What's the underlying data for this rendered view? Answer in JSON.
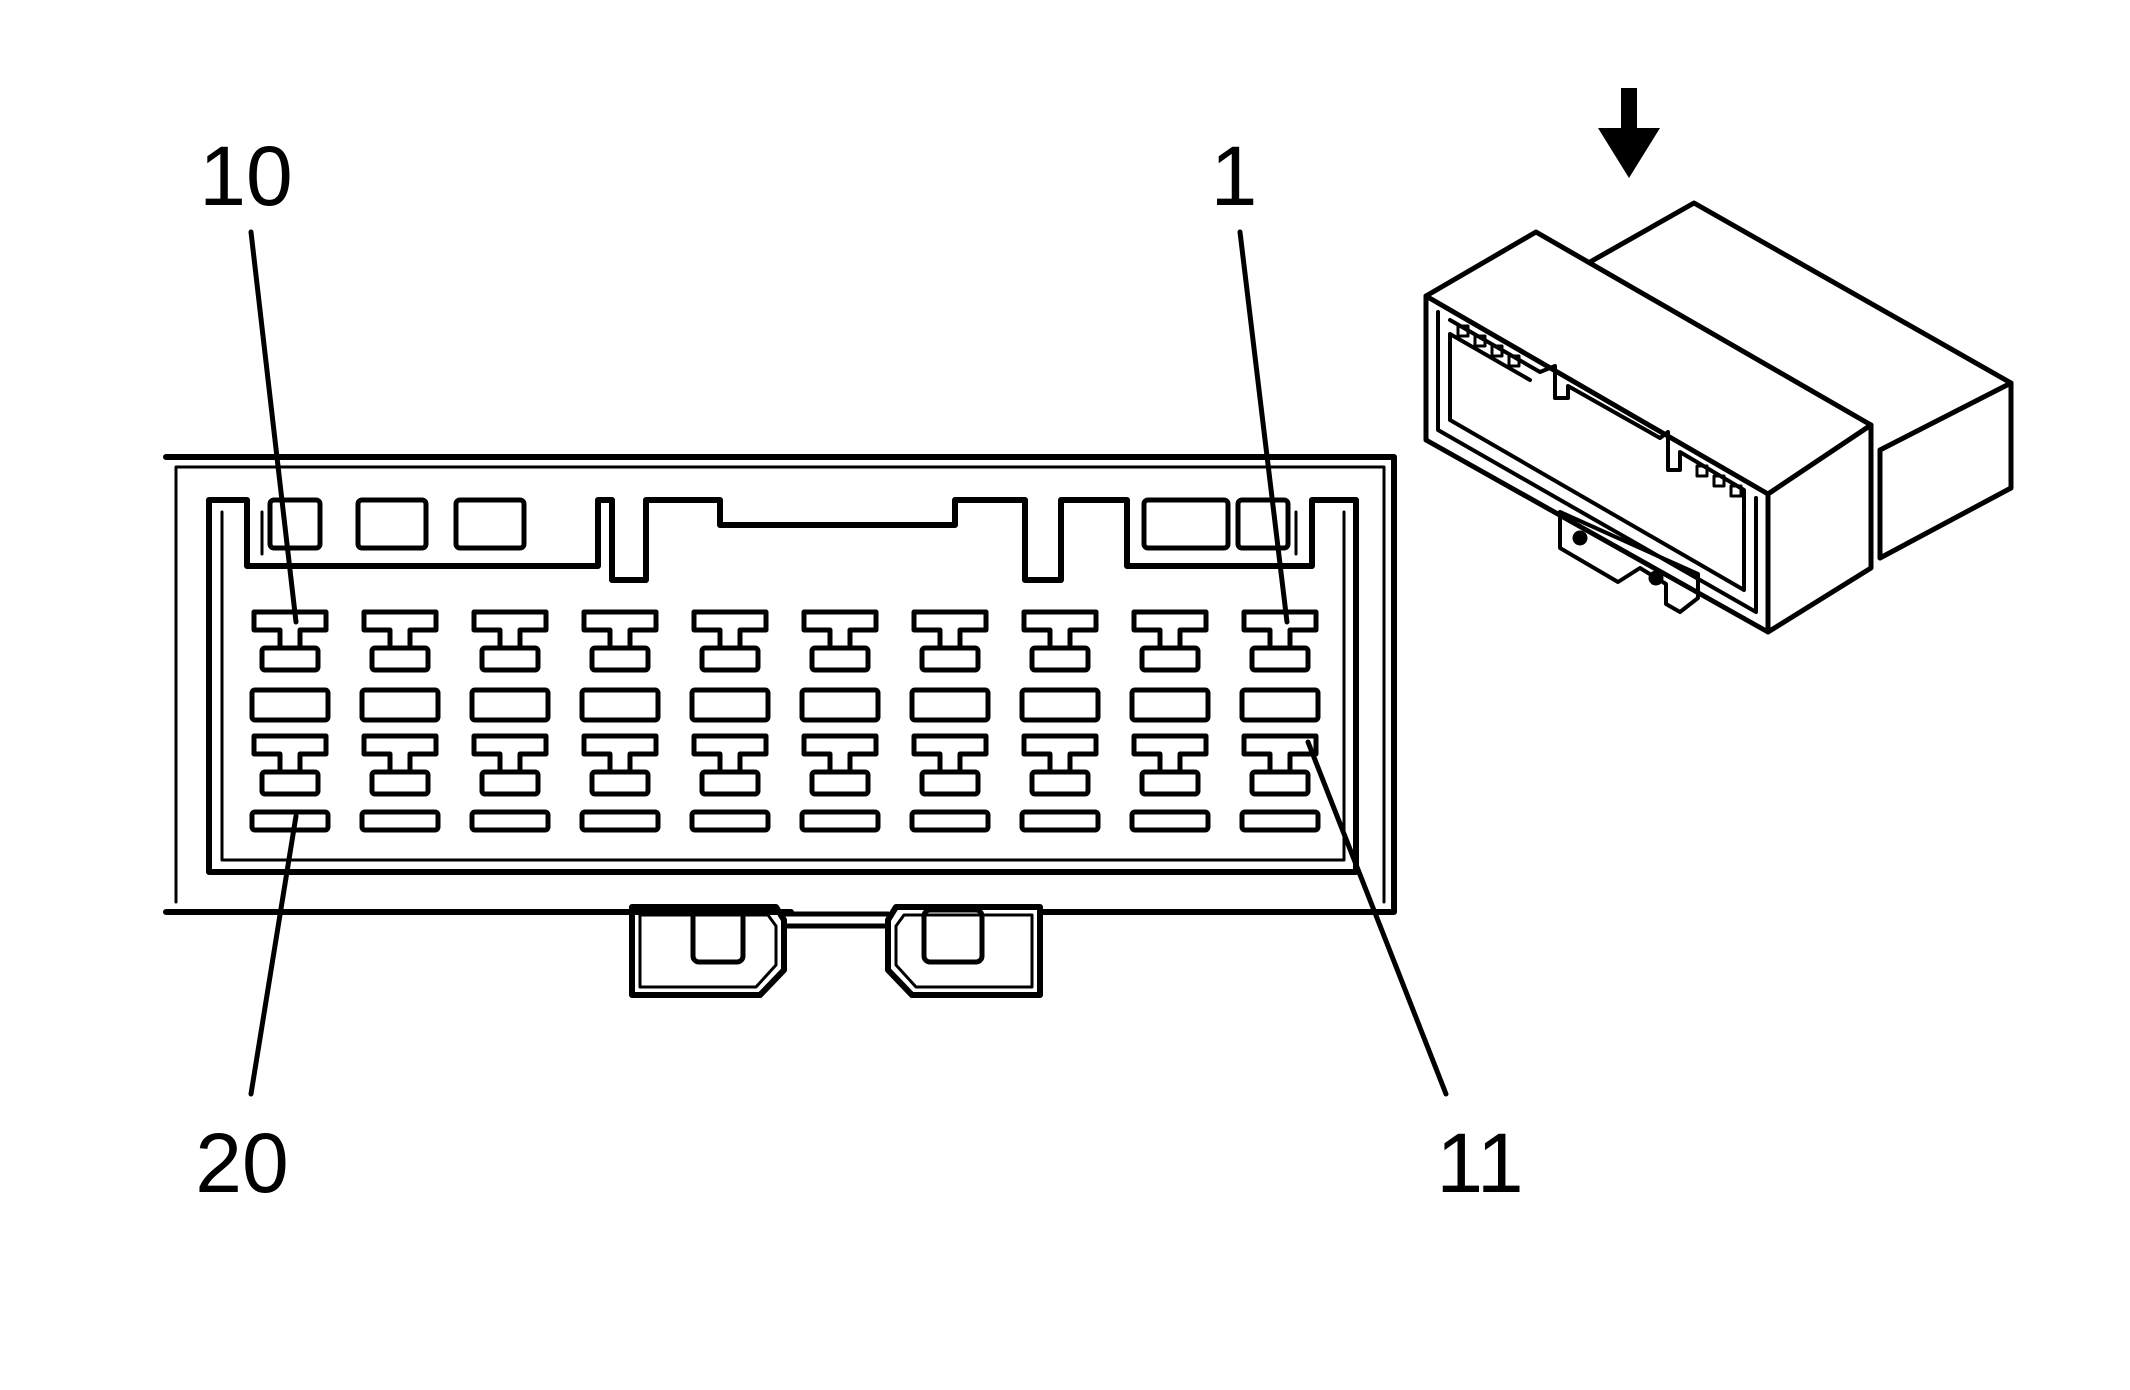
{
  "diagram": {
    "type": "connector-pinout",
    "stroke_color": "#000000",
    "background_color": "#ffffff",
    "pin_labels": {
      "top_left": "10",
      "top_right": "1",
      "bottom_left": "20",
      "bottom_right": "11"
    },
    "pin_rows": {
      "top": {
        "first_pin": 1,
        "last_pin": 10,
        "count": 10
      },
      "bottom": {
        "first_pin": 11,
        "last_pin": 20,
        "count": 10
      }
    },
    "inset": {
      "icon": "arrow-down-icon",
      "description_icon": "connector-perspective-icon"
    }
  }
}
